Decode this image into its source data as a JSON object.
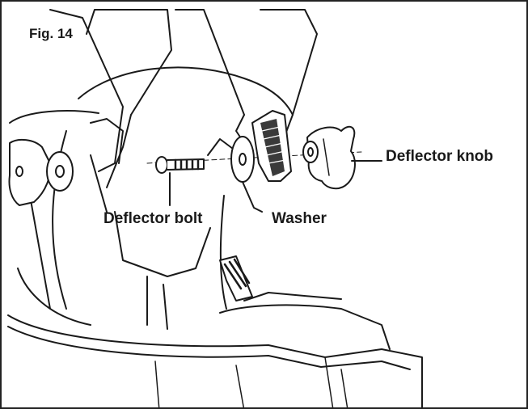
{
  "figure": {
    "label": "Fig. 14",
    "callouts": {
      "deflector_knob": "Deflector knob",
      "deflector_bolt": "Deflector bolt",
      "washer": "Washer"
    }
  },
  "colors": {
    "line": "#1a1a1a",
    "fill": "#ffffff",
    "shade": "#3a3a3a"
  }
}
